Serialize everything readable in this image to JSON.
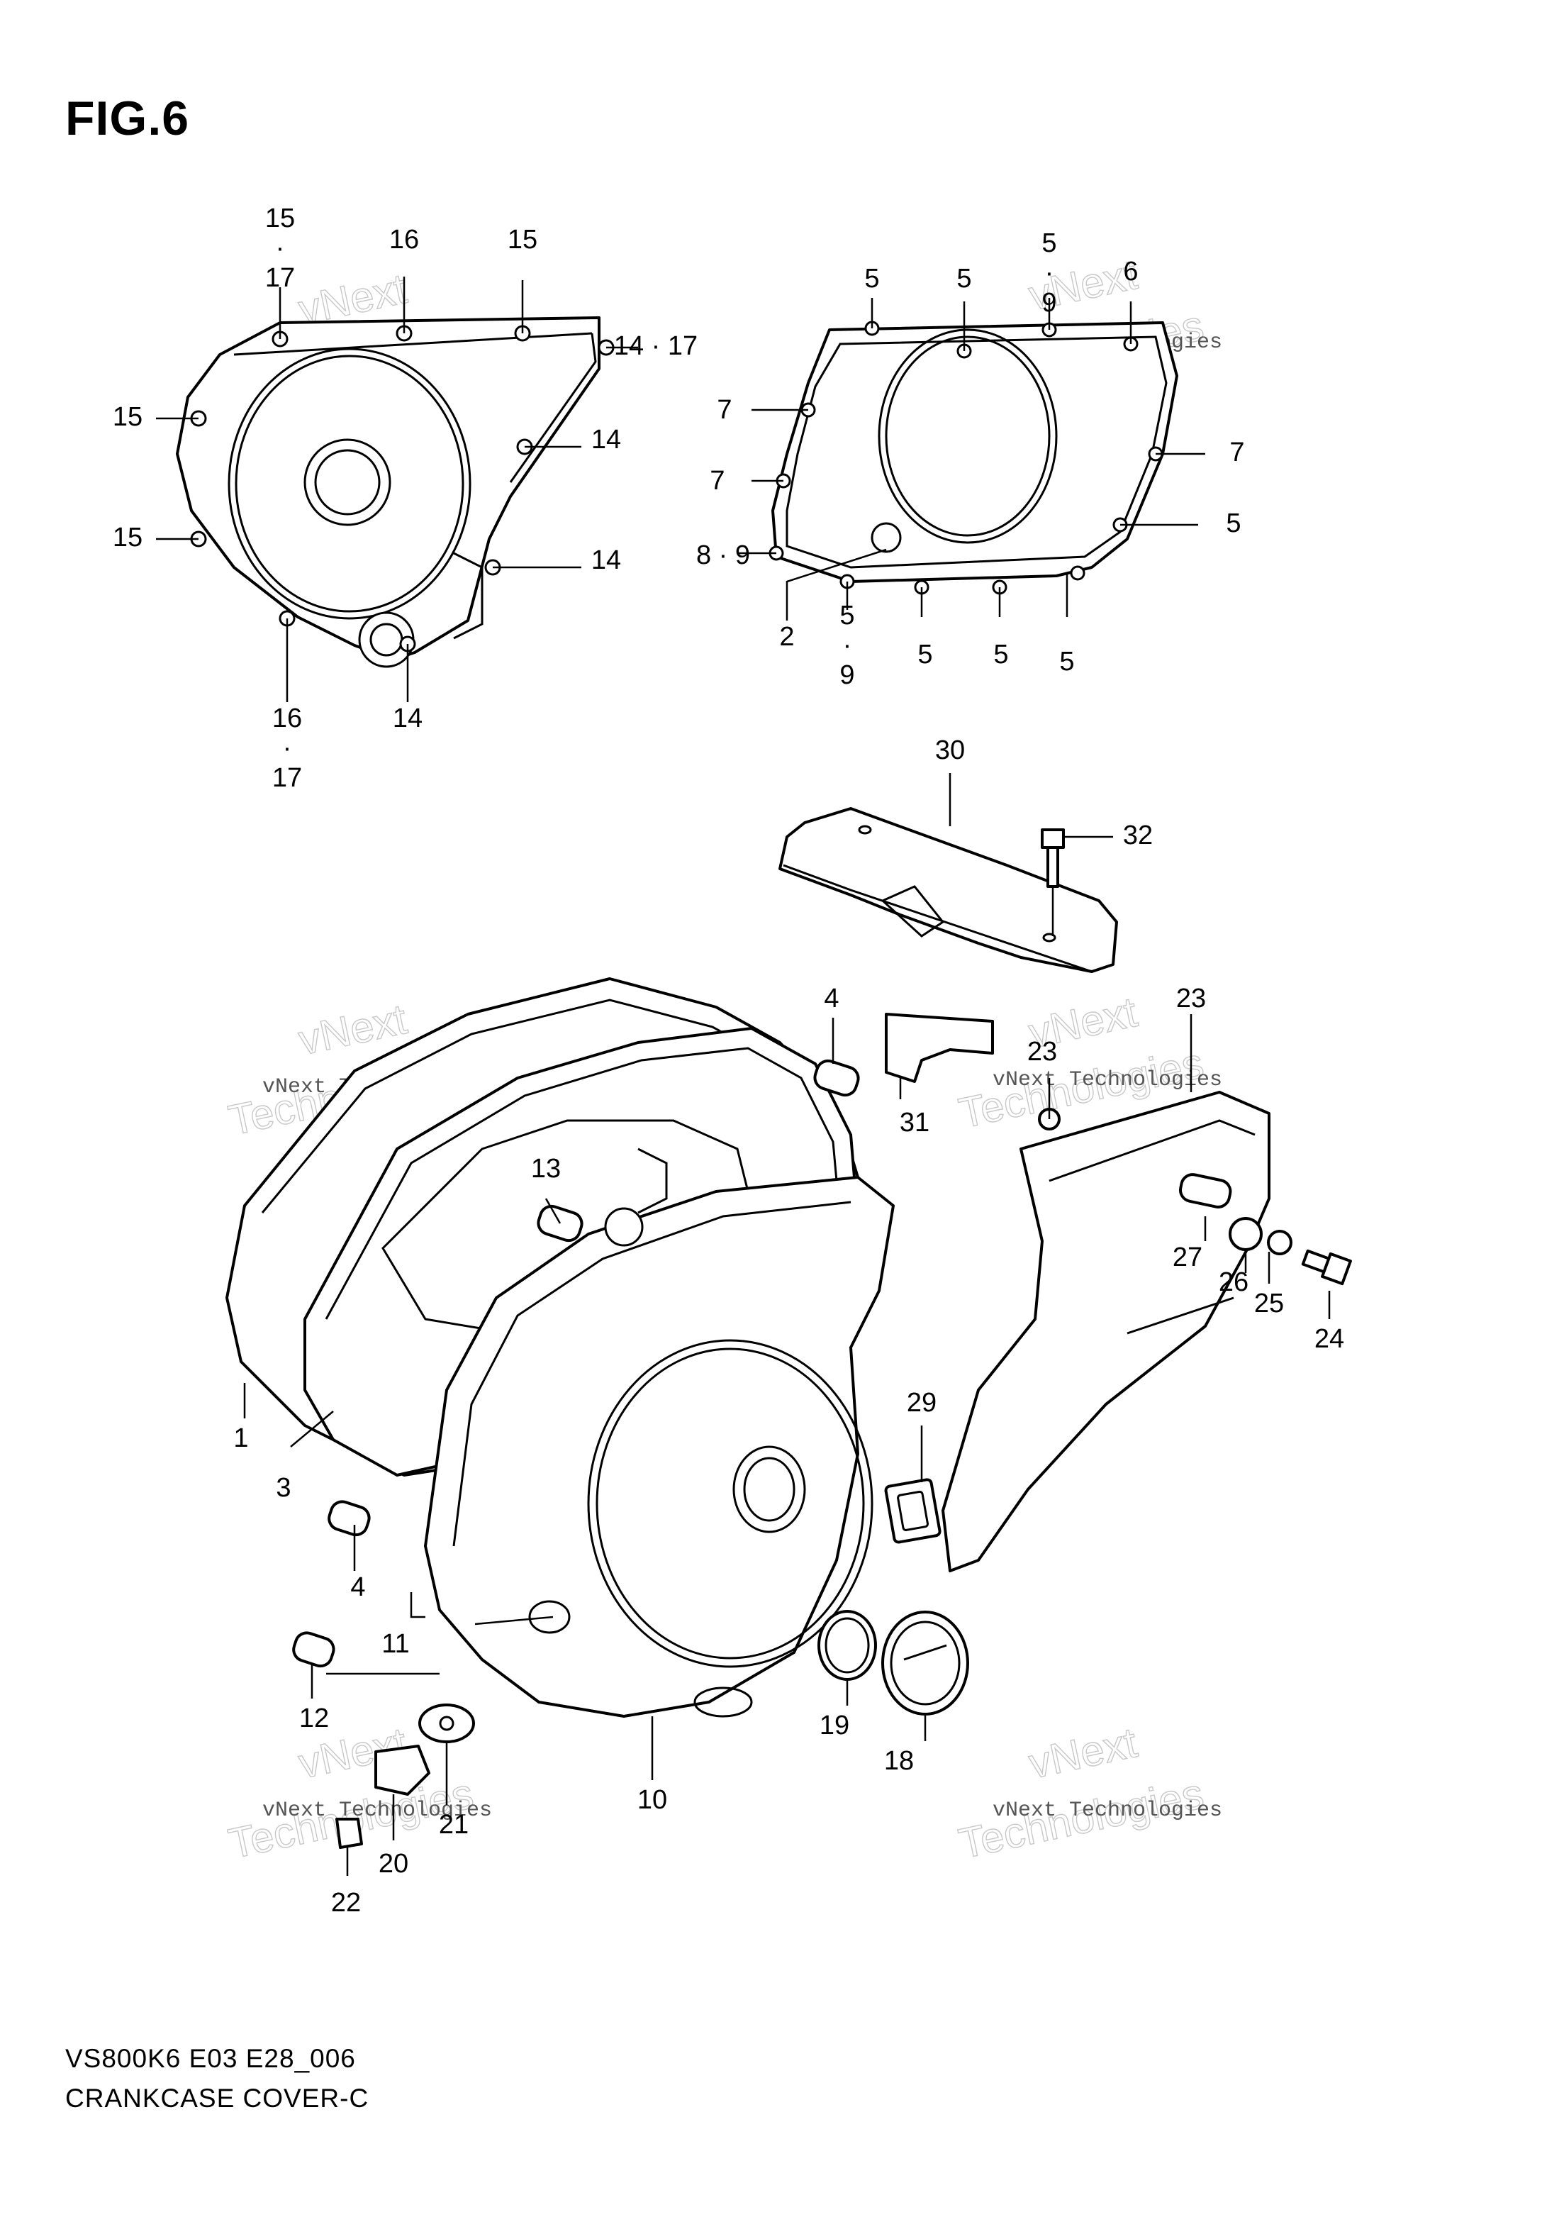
{
  "figure": {
    "title": "FIG.6",
    "model_code": "VS800K6 E03 E28_006",
    "caption": "CRANKCASE COVER-C"
  },
  "watermark": {
    "line1": "vNext Technologies",
    "line2": "vNext",
    "line3": "Technologies"
  },
  "callouts": [
    "15\n·\n17",
    "16",
    "15",
    "14 · 17",
    "15",
    "14",
    "15",
    "14",
    "16\n·\n17",
    "14",
    "5",
    "5",
    "5\n·\n9",
    "6",
    "7",
    "7",
    "7",
    "5",
    "8 · 9",
    "2",
    "5\n·\n9",
    "5",
    "5",
    "5",
    "30",
    "32",
    "31",
    "4",
    "23",
    "23",
    "13",
    "27",
    "26",
    "25",
    "24",
    "1",
    "3",
    "29",
    "4",
    "11",
    "12",
    "19",
    "18",
    "10",
    "20",
    "21",
    "22"
  ],
  "icons": {
    "parts": "exploded-view-line-art"
  }
}
